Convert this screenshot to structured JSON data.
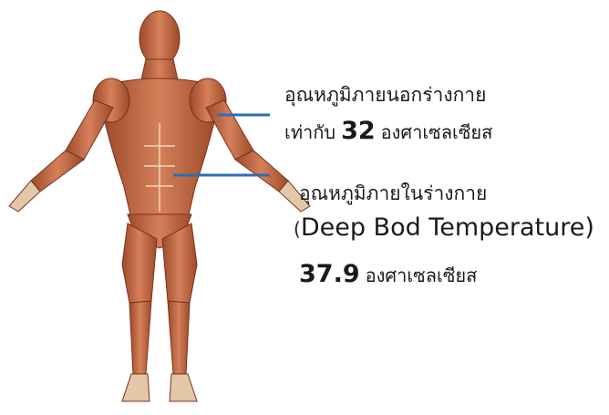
{
  "colors": {
    "pointer": "#2a6fb5",
    "muscle": "#c96a45",
    "muscle_dark": "#8f3f23",
    "tendon": "#e9d8c0"
  },
  "outer": {
    "title": "อุณหภูมิภายนอกร่างกาย",
    "prefix": "เท่ากับ",
    "value": "32",
    "unit": "องศาเซลเซียส"
  },
  "inner": {
    "title": "อุณหภูมิภายในร่างกาย",
    "open_paren": "(",
    "english": "Deep Bod Temperature",
    "close_paren": ")",
    "value": "37.9",
    "unit": "องศาเซลเซียส"
  }
}
